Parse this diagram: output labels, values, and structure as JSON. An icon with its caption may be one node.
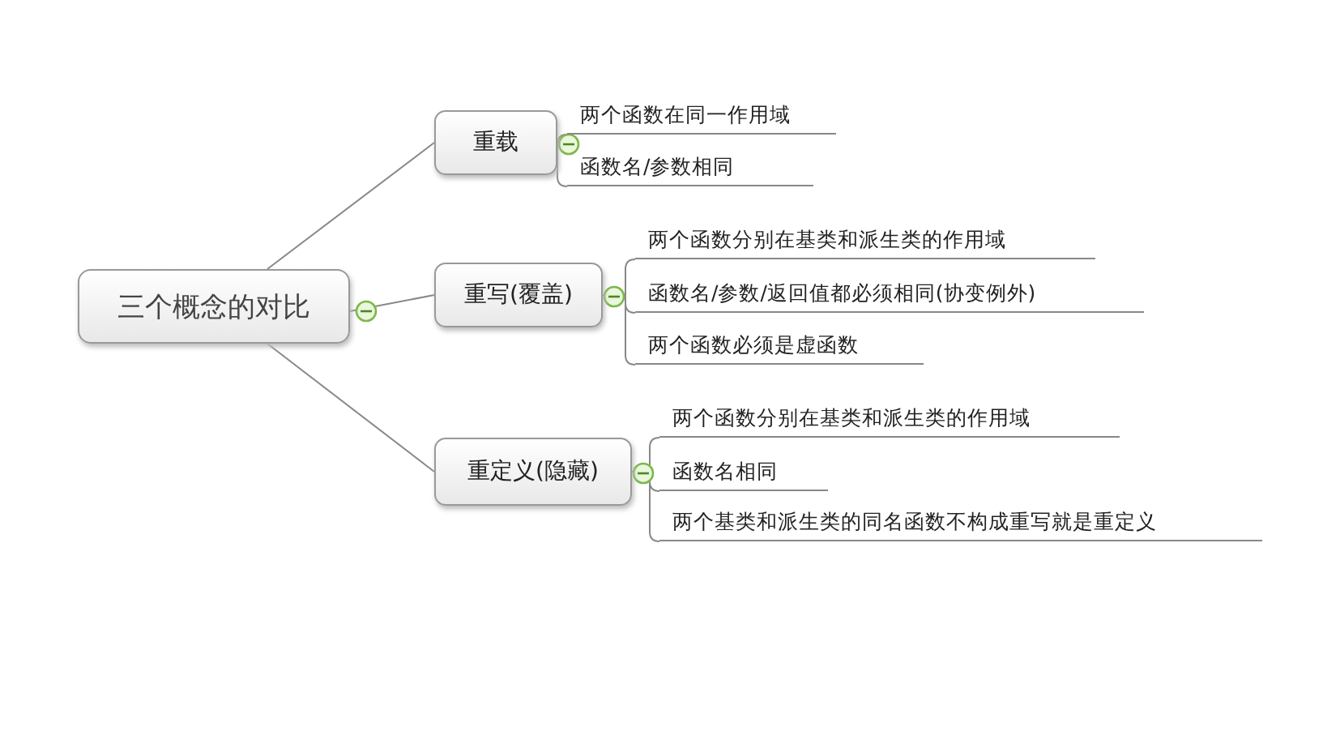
{
  "diagram": {
    "nodes": [
      {
        "text": [
          "三个概念的对比"
        ]
      },
      {
        "text": [
          "重载"
        ]
      },
      {
        "text": [
          "两个函数在同一作用域"
        ]
      },
      {
        "text": [
          "函数名/参数相同"
        ]
      },
      {
        "text": [
          "重写(覆盖)"
        ]
      },
      {
        "text": [
          "两个函数分别在基类和派生类的作用域"
        ]
      },
      {
        "text": [
          "函数名/参数/返回值都必须相同(协变例外)"
        ]
      },
      {
        "text": [
          "两个函数必须是虚函数"
        ]
      },
      {
        "text": [
          "重定义(隐藏)"
        ]
      },
      {
        "text": [
          "两个函数分别在基类和派生类的作用域"
        ]
      },
      {
        "text": [
          "函数名相同"
        ]
      },
      {
        "text": [
          "两个基类和派生类的同名函数不构成重写就是重定义"
        ]
      }
    ],
    "edges": [
      {
        "from": 0,
        "to": 1,
        "arrow": "none"
      },
      {
        "from": 0,
        "to": 4,
        "arrow": "none"
      },
      {
        "from": 0,
        "to": 8,
        "arrow": "none"
      },
      {
        "from": 1,
        "to": 2,
        "arrow": "none"
      },
      {
        "from": 1,
        "to": 3,
        "arrow": "none"
      },
      {
        "from": 4,
        "to": 5,
        "arrow": "none"
      },
      {
        "from": 4,
        "to": 6,
        "arrow": "none"
      },
      {
        "from": 4,
        "to": 7,
        "arrow": "none"
      },
      {
        "from": 8,
        "to": 9,
        "arrow": "none"
      },
      {
        "from": 8,
        "to": 10,
        "arrow": "none"
      },
      {
        "from": 8,
        "to": 11,
        "arrow": "none"
      }
    ]
  }
}
